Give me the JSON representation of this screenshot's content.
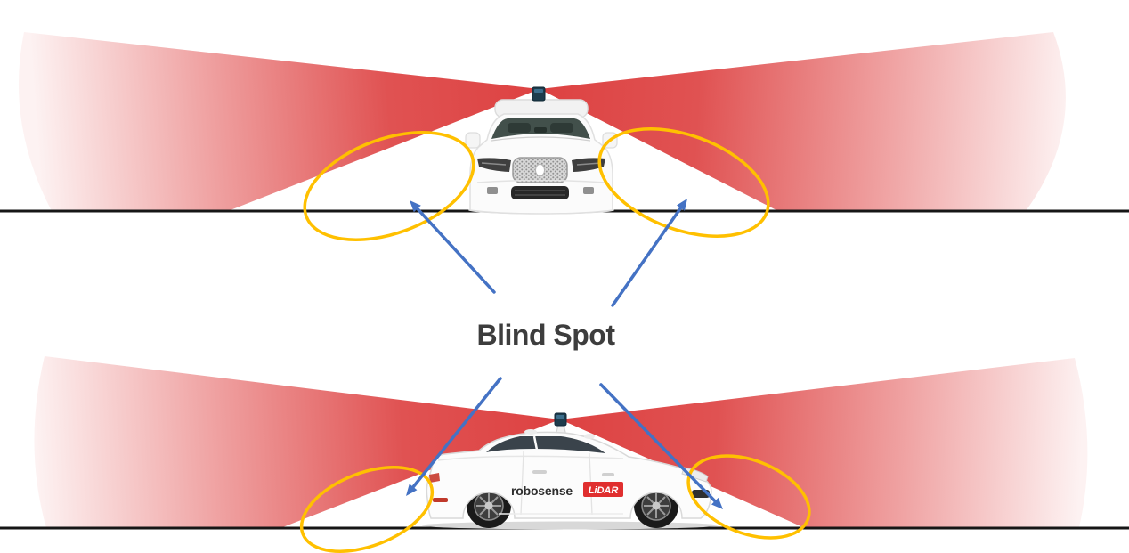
{
  "diagram": {
    "caption": "Blind Spot"
  },
  "branding": {
    "wordmark": "robosense",
    "badge": "LiDAR"
  },
  "colors": {
    "beam_red": "#de4444",
    "beam_fade": "#fdf2f2",
    "highlight_yellow": "#ffc000",
    "arrow_blue": "#4472c4",
    "caption_gray": "#3d3d3d",
    "ground_black": "#161616",
    "badge_red": "#e02f2f",
    "car_body_white": "#fbfbfb",
    "glass_dark": "#3a434b",
    "sensor_navy": "#1e3c4c"
  }
}
